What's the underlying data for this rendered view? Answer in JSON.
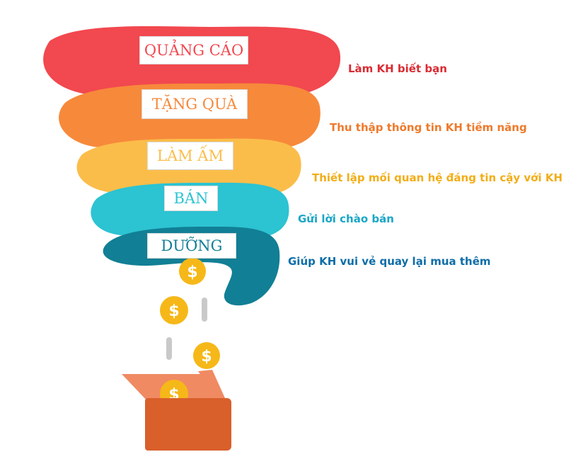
{
  "funnel": {
    "stages": [
      {
        "label": "QUẢNG CÁO",
        "description": "Làm KH biết bạn",
        "color": "#f2484f",
        "desc_color": "#d92b33"
      },
      {
        "label": "TẶNG QUÀ",
        "description": "Thu thập thông tin KH tiềm năng",
        "color": "#f7893b",
        "desc_color": "#ee7a2b"
      },
      {
        "label": "LÀM ẤM",
        "description": "Thiết lập mối quan hệ đáng tin cậy với KH",
        "color": "#fbbd4a",
        "desc_color": "#f2ad16"
      },
      {
        "label": "BÁN",
        "description": "Gửi lời chào bán",
        "color": "#2cc3d2",
        "desc_color": "#1aa6c7"
      },
      {
        "label": "DƯỠNG",
        "description": "Giúp KH vui vẻ quay lại mua thêm",
        "color": "#117f95",
        "desc_color": "#0e6ea8"
      }
    ]
  },
  "coin": {
    "symbol": "$",
    "color": "#f6b818",
    "symbol_color": "#ffffff"
  },
  "box": {
    "color": "#d95f2b",
    "lid_color": "#f08a63"
  },
  "falling_bar_color": "#c9c9c9"
}
